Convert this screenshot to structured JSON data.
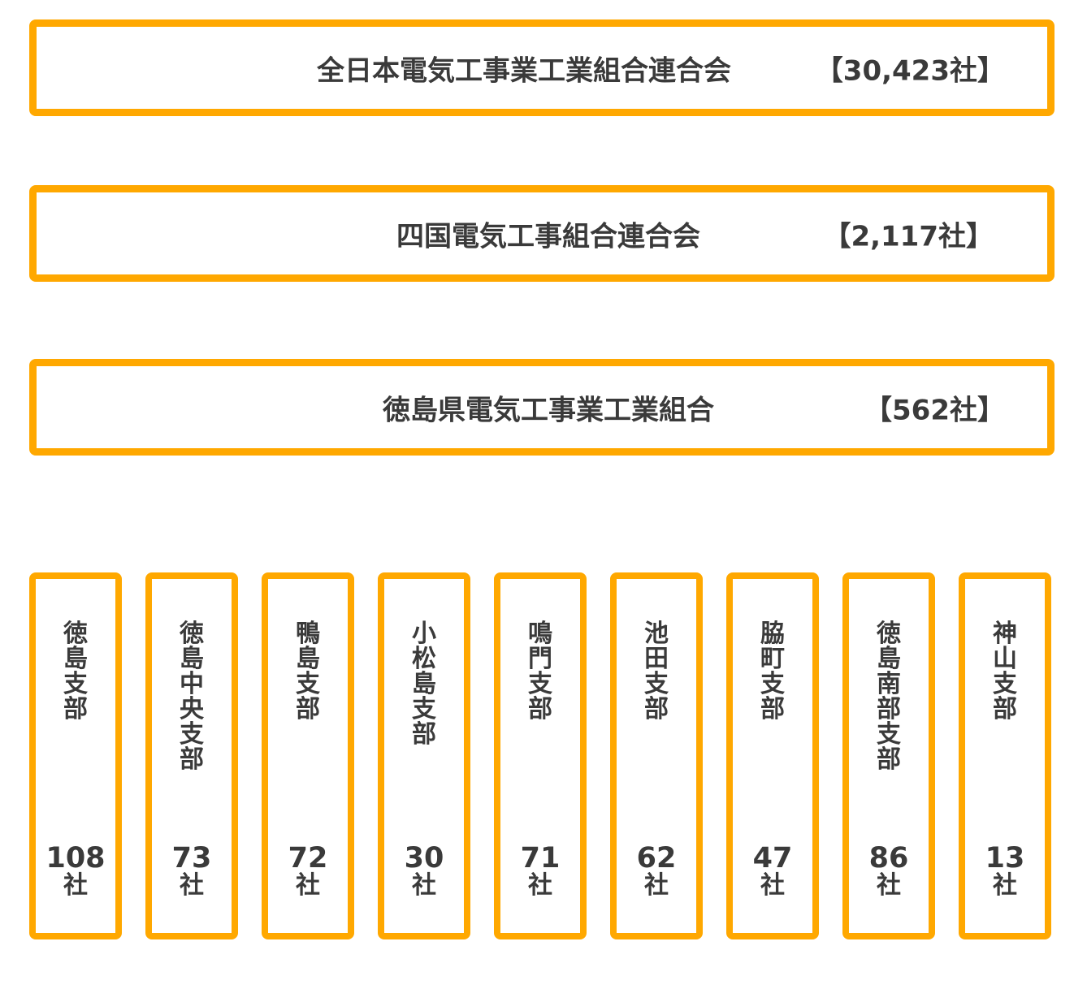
{
  "organizations": [
    {
      "name": "全日本電気工事業工業組合連合会",
      "count": "【30,423社】"
    },
    {
      "name": "四国電気工事組合連合会",
      "count": "【2,117社】"
    },
    {
      "name": "徳島県電気工事業工業組合",
      "count": "【562社】"
    }
  ],
  "branches": [
    {
      "name": "徳島支部",
      "count": "108",
      "unit": "社"
    },
    {
      "name": "徳島中央支部",
      "count": "73",
      "unit": "社"
    },
    {
      "name": "鴨島支部",
      "count": "72",
      "unit": "社"
    },
    {
      "name": "小松島支部",
      "count": "30",
      "unit": "社"
    },
    {
      "name": "鳴門支部",
      "count": "71",
      "unit": "社"
    },
    {
      "name": "池田支部",
      "count": "62",
      "unit": "社"
    },
    {
      "name": "脇町支部",
      "count": "47",
      "unit": "社"
    },
    {
      "name": "徳島南部支部",
      "count": "86",
      "unit": "社"
    },
    {
      "name": "神山支部",
      "count": "13",
      "unit": "社"
    }
  ],
  "colors": {
    "border": "#ffa800",
    "text": "#3a3a3a",
    "background": "#ffffff"
  }
}
